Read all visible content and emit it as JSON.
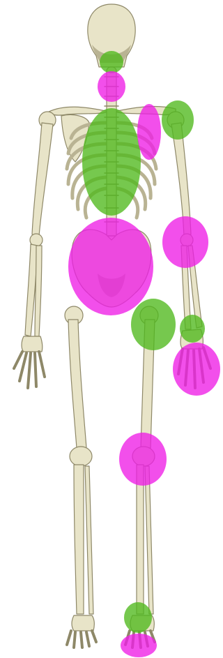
{
  "colors": {
    "background": "#ffffff",
    "bone": "#e8e4c8",
    "bone_shadow": "#b9b393",
    "bone_outline": "#8e8868",
    "highlight_green": "#4fb81c",
    "highlight_magenta": "#ee1ee6",
    "overlay_opacity": "0.78"
  },
  "regions": [
    {
      "id": "cervical-spine",
      "color": "green"
    },
    {
      "id": "upper-thoracic-spine",
      "color": "magenta"
    },
    {
      "id": "thoracic-spine",
      "color": "green"
    },
    {
      "id": "right-scapula",
      "color": "magenta"
    },
    {
      "id": "right-shoulder",
      "color": "green"
    },
    {
      "id": "right-elbow",
      "color": "magenta"
    },
    {
      "id": "lumbar-sacral-pelvis",
      "color": "magenta"
    },
    {
      "id": "right-hip",
      "color": "green"
    },
    {
      "id": "right-wrist",
      "color": "green"
    },
    {
      "id": "right-hand",
      "color": "magenta"
    },
    {
      "id": "right-knee",
      "color": "magenta"
    },
    {
      "id": "right-ankle",
      "color": "green"
    },
    {
      "id": "right-foot",
      "color": "magenta"
    }
  ]
}
